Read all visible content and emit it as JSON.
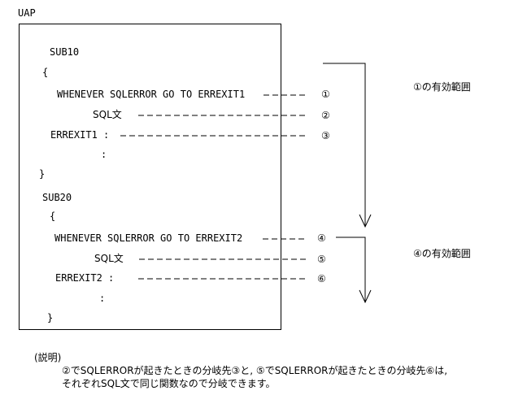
{
  "title": "UAP",
  "code": {
    "sub10": "SUB10",
    "brace_open_1": "{",
    "whenever1": "WHENEVER SQLERROR GO TO ERREXIT1",
    "sql1": "SQL文",
    "label1": "ERREXIT1 :",
    "dots1": ":",
    "brace_close_1": "}",
    "sub20": "SUB20",
    "brace_open_2": "{",
    "whenever2": "WHENEVER SQLERROR GO TO ERREXIT2",
    "sql2": "SQL文",
    "label2": "ERREXIT2 :",
    "dots2": ":",
    "brace_close_2": "}"
  },
  "markers": {
    "m1": "①",
    "m2": "②",
    "m3": "③",
    "m4": "④",
    "m5": "⑤",
    "m6": "⑥"
  },
  "scope_labels": {
    "scope1": "①の有効範囲",
    "scope4": "④の有効範囲"
  },
  "explanation": {
    "heading": "(説明)",
    "line1": "②でSQLERRORが起きたときの分岐先③と, ⑤でSQLERRORが起きたときの分岐先⑥は,",
    "line2": "それぞれSQL文で同じ関数なので分岐できます。"
  }
}
